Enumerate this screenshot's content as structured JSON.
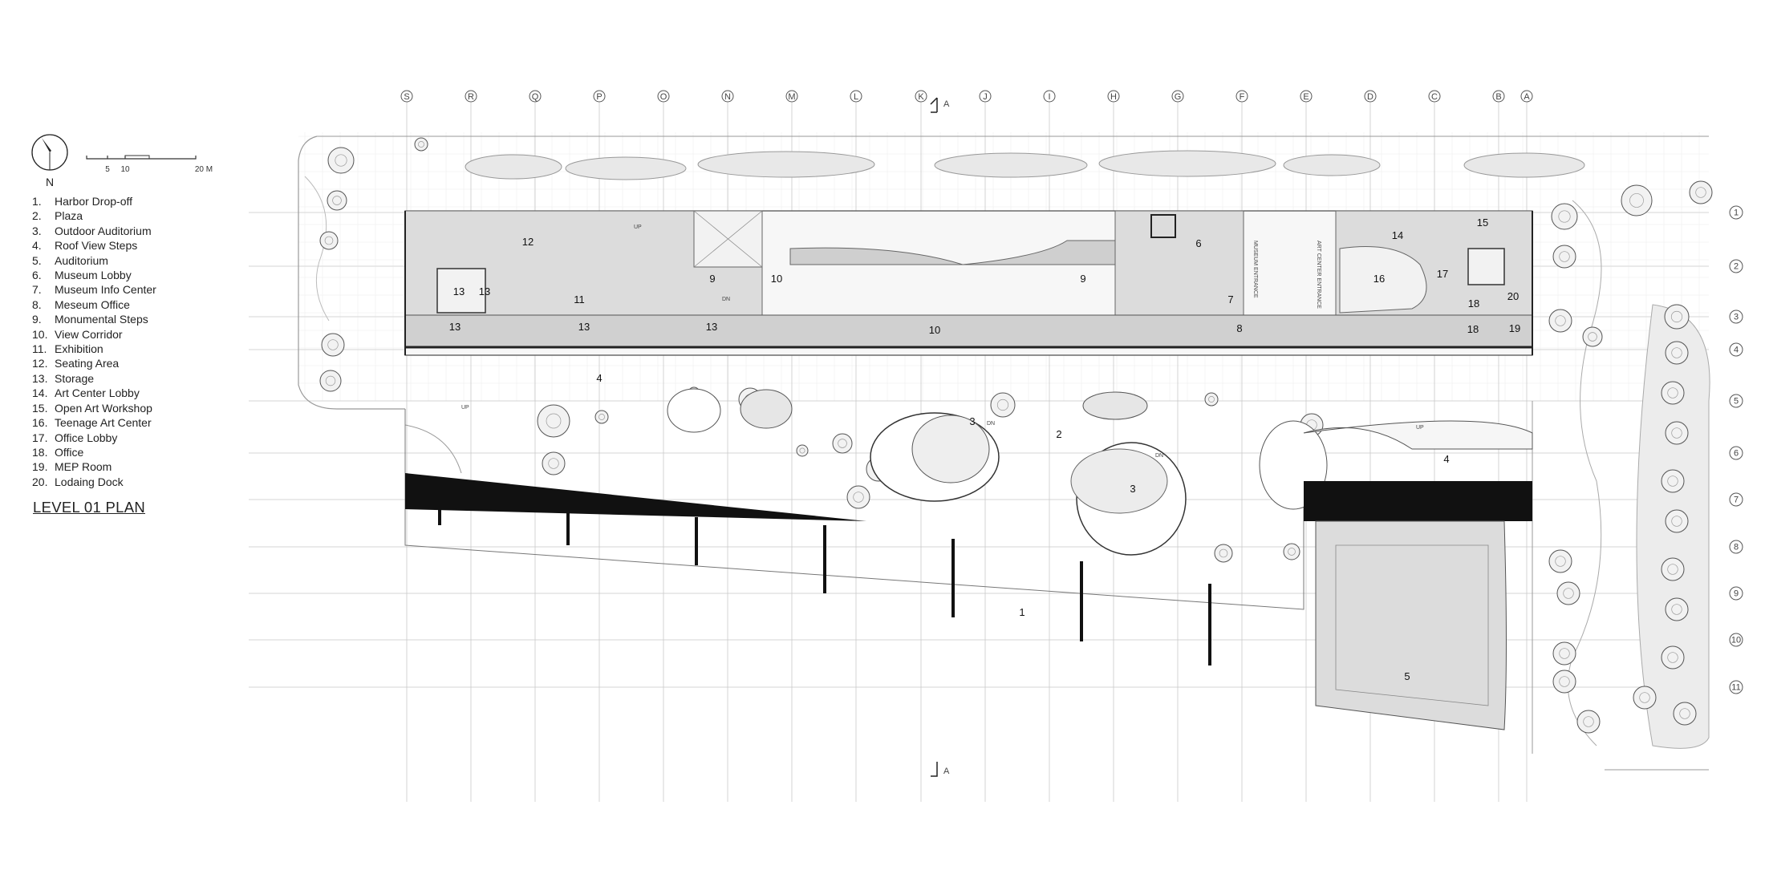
{
  "north": {
    "label": "N"
  },
  "scale": {
    "ticks": [
      "5",
      "10",
      "20 M"
    ]
  },
  "legend": [
    {
      "num": "1.",
      "name": "Harbor Drop-off"
    },
    {
      "num": "2.",
      "name": "Plaza"
    },
    {
      "num": "3.",
      "name": "Outdoor Auditorium"
    },
    {
      "num": "4.",
      "name": "Roof View Steps"
    },
    {
      "num": "5.",
      "name": "Auditorium"
    },
    {
      "num": "6.",
      "name": "Museum Lobby"
    },
    {
      "num": "7.",
      "name": "Museum Info Center"
    },
    {
      "num": "8.",
      "name": "Meseum Office"
    },
    {
      "num": "9.",
      "name": "Monumental Steps"
    },
    {
      "num": "10.",
      "name": "View Corridor"
    },
    {
      "num": "11.",
      "name": "Exhibition"
    },
    {
      "num": "12.",
      "name": "Seating Area"
    },
    {
      "num": "13.",
      "name": "Storage"
    },
    {
      "num": "14.",
      "name": "Art Center Lobby"
    },
    {
      "num": "15.",
      "name": "Open Art Workshop"
    },
    {
      "num": "16.",
      "name": "Teenage Art Center"
    },
    {
      "num": "17.",
      "name": "Office Lobby"
    },
    {
      "num": "18.",
      "name": "Office"
    },
    {
      "num": "19.",
      "name": "MEP Room"
    },
    {
      "num": "20.",
      "name": "Lodaing Dock"
    }
  ],
  "plan_title": "LEVEL 01 PLAN",
  "grid": {
    "columns": [
      "S",
      "R",
      "Q",
      "P",
      "O",
      "N",
      "M",
      "L",
      "K",
      "J",
      "I",
      "H",
      "G",
      "F",
      "E",
      "D",
      "C",
      "B",
      "A"
    ],
    "rows": [
      "1",
      "2",
      "3",
      "4",
      "5",
      "6",
      "7",
      "8",
      "9",
      "10",
      "11"
    ]
  },
  "section_marker": "A",
  "annotations": {
    "up": "UP",
    "dn": "DN",
    "museum_entrance": "MUSEUM ENTRANCE",
    "art_center_entrance": "ART CENTER ENTRANCE"
  },
  "rooms": [
    {
      "n": "12"
    },
    {
      "n": "13"
    },
    {
      "n": "13"
    },
    {
      "n": "11"
    },
    {
      "n": "13"
    },
    {
      "n": "13"
    },
    {
      "n": "13"
    },
    {
      "n": "9"
    },
    {
      "n": "10"
    },
    {
      "n": "9"
    },
    {
      "n": "6"
    },
    {
      "n": "7"
    },
    {
      "n": "10"
    },
    {
      "n": "8"
    },
    {
      "n": "14"
    },
    {
      "n": "15"
    },
    {
      "n": "16"
    },
    {
      "n": "17"
    },
    {
      "n": "18"
    },
    {
      "n": "20"
    },
    {
      "n": "18"
    },
    {
      "n": "19"
    },
    {
      "n": "4"
    },
    {
      "n": "3"
    },
    {
      "n": "2"
    },
    {
      "n": "3"
    },
    {
      "n": "4"
    },
    {
      "n": "1"
    },
    {
      "n": "5"
    }
  ]
}
